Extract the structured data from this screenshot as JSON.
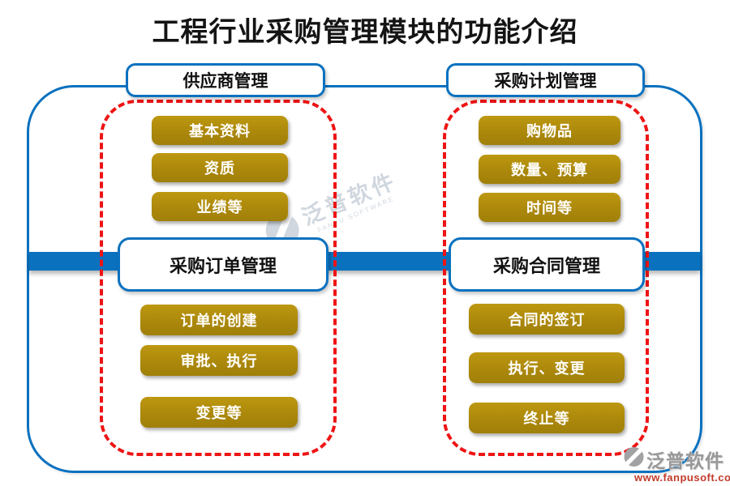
{
  "title": "工程行业采购管理模块的功能介绍",
  "colors": {
    "accent_blue": "#0a71bf",
    "gold": "#ae8a0b",
    "dashed_red": "#ee1414",
    "title_text": "#141414",
    "button_text": "#ffffff",
    "watermark_gray": "#b2bdca",
    "footer_gray": "#98989a",
    "url_red": "#c23b2a"
  },
  "sections": [
    {
      "id": "supplier",
      "header": "供应商管理",
      "items": [
        "基本资料",
        "资质",
        "业绩等"
      ]
    },
    {
      "id": "plan",
      "header": "采购计划管理",
      "items": [
        "购物品",
        "数量、预算",
        "时间等"
      ]
    },
    {
      "id": "order",
      "header": "采购订单管理",
      "items": [
        "订单的创建",
        "审批、执行",
        "变更等"
      ]
    },
    {
      "id": "contract",
      "header": "采购合同管理",
      "items": [
        "合同的签订",
        "执行、变更",
        "终止等"
      ]
    }
  ],
  "watermark": {
    "brand": "泛普软件",
    "sub": "FANPU SOFTWARE"
  },
  "footer": {
    "brand": "泛普软件",
    "url": "www.fanpusoft.com"
  }
}
